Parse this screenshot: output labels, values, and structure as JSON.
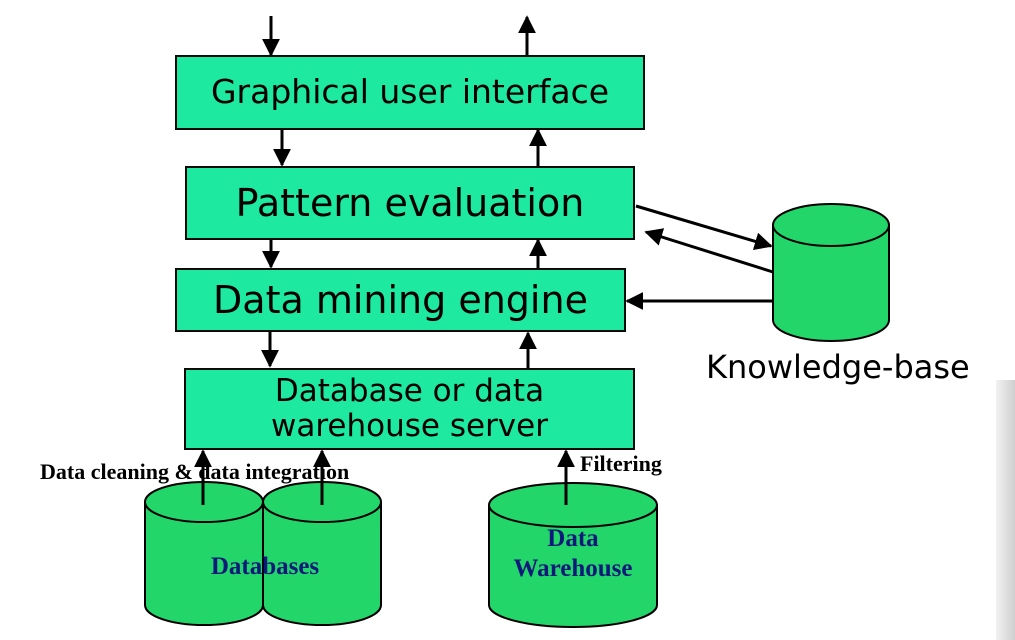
{
  "diagram": {
    "layers": {
      "gui": "Graphical user interface",
      "pattern_evaluation": "Pattern evaluation",
      "mining_engine": "Data mining engine",
      "server_line1": "Database or data",
      "server_line2": "warehouse server"
    },
    "knowledge_base_label": "Knowledge-base",
    "annotations": {
      "cleaning": "Data cleaning & data integration",
      "filtering": "Filtering"
    },
    "sources": {
      "databases": "Databases",
      "warehouse_line1": "Data",
      "warehouse_line2": "Warehouse"
    }
  },
  "colors": {
    "box_fill": "#1de9a0",
    "cylinder_fill": "#22d66a",
    "source_text": "#0b1a7a"
  }
}
